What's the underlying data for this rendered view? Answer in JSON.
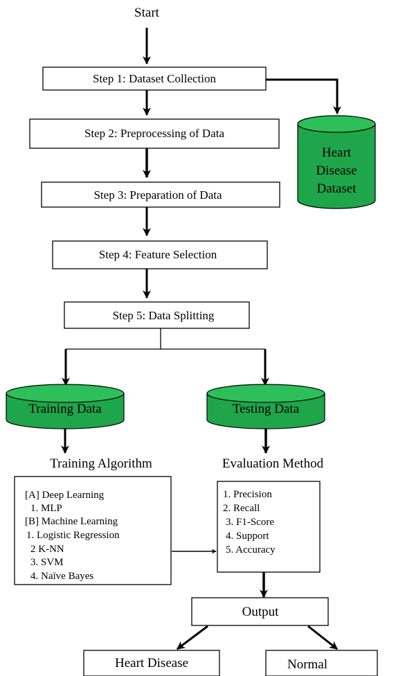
{
  "start": "Start",
  "steps": [
    "Step 1: Dataset Collection",
    "Step 2: Preprocessing of Data",
    "Step 3:  Preparation of Data",
    "Step 4: Feature Selection",
    "Step 5: Data Splitting"
  ],
  "dataset": [
    "Heart",
    "Disease",
    "Dataset"
  ],
  "training_data": "Training Data",
  "testing_data": "Testing Data",
  "training_algorithm": "Training Algorithm",
  "evaluation_method": "Evaluation Method",
  "algorithms": [
    "[A] Deep Learning",
    "1. MLP",
    "[B] Machine Learning",
    "1. Logistic Regression",
    "2   K-NN",
    "3.  SVM",
    "4.  Naïve Bayes"
  ],
  "metrics": [
    "1. Precision",
    "2. Recall",
    "3. F1-Score",
    "4. Support",
    "5. Accuracy"
  ],
  "output": "Output",
  "results": [
    "Heart Disease",
    "Normal"
  ],
  "colors": {
    "cylinder_fill": "#1fa54a",
    "cylinder_top": "#2dbf5a",
    "arrow": "#000000"
  }
}
